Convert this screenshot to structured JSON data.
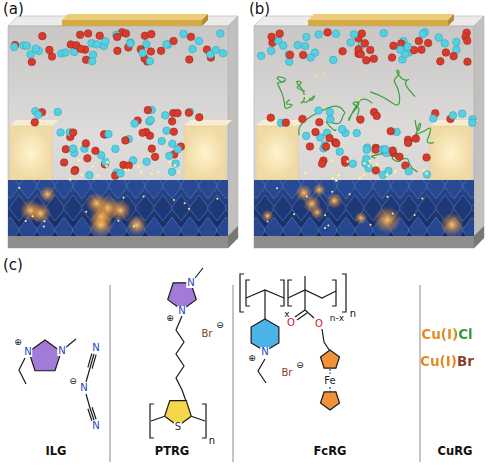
{
  "diagram": {
    "labels": [
      "(a)",
      "(b)",
      "(c)",
      "N",
      "N",
      "⊕",
      "N",
      "⊖",
      "N",
      "N",
      "N",
      "N",
      "⊕",
      "Br",
      "⊖",
      "S",
      "n",
      "x",
      "n-x",
      "n",
      "N",
      "⊕",
      "Br",
      "⊖",
      "O",
      "O",
      "Fe",
      "Cu(I)Cl",
      "Cu(I)Br",
      "ILG",
      "PTRG",
      "FcRG",
      "CuRG"
    ]
  }
}
